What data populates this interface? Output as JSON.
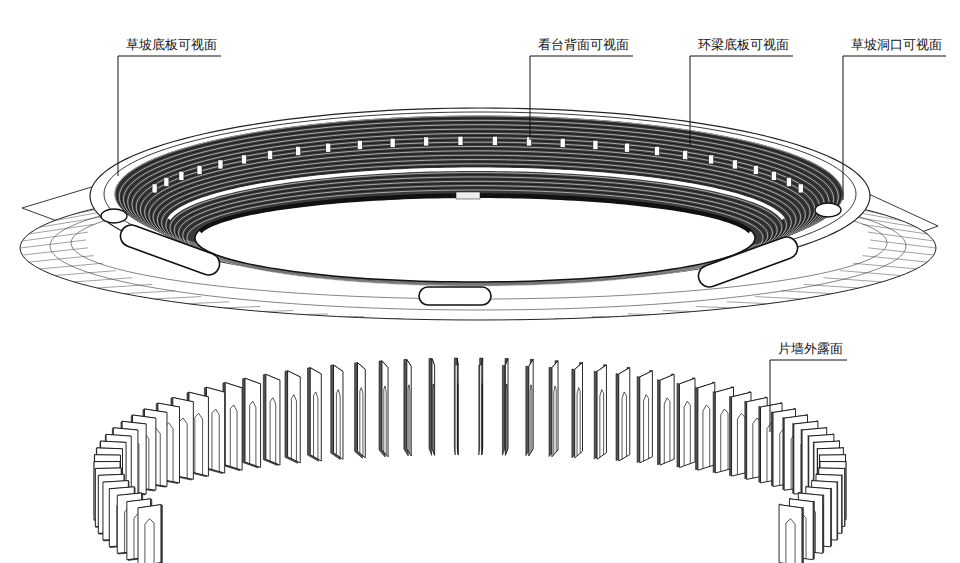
{
  "diagram": {
    "labels": [
      "草坡底板可视面",
      "看台背面可视面",
      "环梁底板可视面",
      "草坡洞口可视面",
      "片墙外露面"
    ]
  }
}
